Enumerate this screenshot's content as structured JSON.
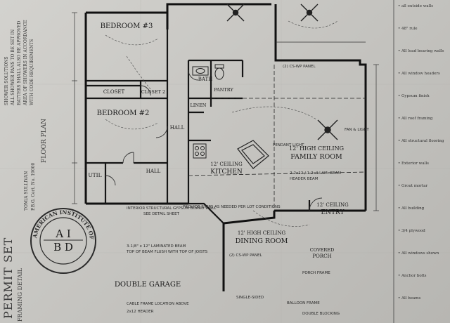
{
  "drawing": {
    "sheet_label": "PERMIT SET",
    "framing_label": "FRAMING DETAIL",
    "plan_title": "FLOOR PLAN",
    "engineer_name": "TOM/A SULLIVAN",
    "engineer_cert": "P.B.G. Cert. No. 19000",
    "left_notes": [
      "SHOWER SOLUTIONS",
      "ALL SHOWER PANS TO BE SET IN",
      "BATTERS SHALL ALSO BE APPROVED",
      "AREA OF SHOWERS IN ACCORDANCE",
      "WITH CODE REQUIREMENTS"
    ],
    "right_notes": [
      "• all outside walls",
      "• 48\" rule",
      "• All load bearing walls",
      "• All window headers",
      "• Gypsum finish",
      "• All roof framing",
      "• All structural flooring",
      "• Exterior walls",
      "• Grout mortar",
      "• All building",
      "• 3/4 plywood",
      "• All windows shown",
      "• Anchor bolts",
      "• All beams"
    ]
  },
  "rooms": {
    "bedroom3": "BEDROOM #3",
    "bedroom2": "BEDROOM #2",
    "closet1": "CLOSET",
    "closet2": "CLOSET 2",
    "util": "UTIL",
    "hall_a": "HALL",
    "hall_b": "HALL",
    "bath": "BATH",
    "linen": "LINEN",
    "pantry": "PANTRY",
    "kitchen_ceiling": "12' CEILING",
    "kitchen": "KITCHEN",
    "family_ceiling": "12' HIGH CEILING",
    "family": "FAMILY ROOM",
    "dining_ceiling": "12' HIGH CEILING",
    "dining": "DINING ROOM",
    "entry_ceiling": "12' CEILING",
    "entry": "ENTRY",
    "porch": "PORCH",
    "covered": "COVERED",
    "garage": "DOUBLE GARAGE",
    "fan_light": "FAN & LIGHT",
    "ceiling_light": "PENDANT LIGHT"
  },
  "notes": {
    "beam_family": "2-2x12 / 1-2x4 LAM. BEAM",
    "header_family": "HEADER BEAM",
    "hall_flush": "SEE DETAIL SHEET",
    "interior_gypsum": "INTERIOR STRUCTURAL GYPSUM BOARD WALL",
    "laminated_beam": "3-1/8\" x 12\" LAMINATED BEAM",
    "top_of_beam": "TOP OF BEAM FLUSH WITH TOP OF JOISTS",
    "provide_steps": "PROVIDE STEPS AS NEEDED PER LOT CONDITIONS",
    "window_panel": "(2) CS-WP PANEL",
    "porch_frame": "PORCH FRAME",
    "garage_header": "2x12 HEADER",
    "cable_frame": "CABLE FRAME LOCATION ABOVE",
    "balloon_frame": "BALLOON FRAME",
    "single_sided": "SINGLE-SIDED",
    "double_blocking": "DOUBLE BLOCKING"
  },
  "stamp": {
    "ring_text": "AMERICAN INSTITUTE OF BUILDING DESIGN",
    "mark_top": "A I",
    "mark_bottom": "B D"
  },
  "icons": [
    "ceiling-fan-icon",
    "stamp-seal-icon",
    "toilet-icon",
    "sink-icon",
    "range-icon"
  ]
}
